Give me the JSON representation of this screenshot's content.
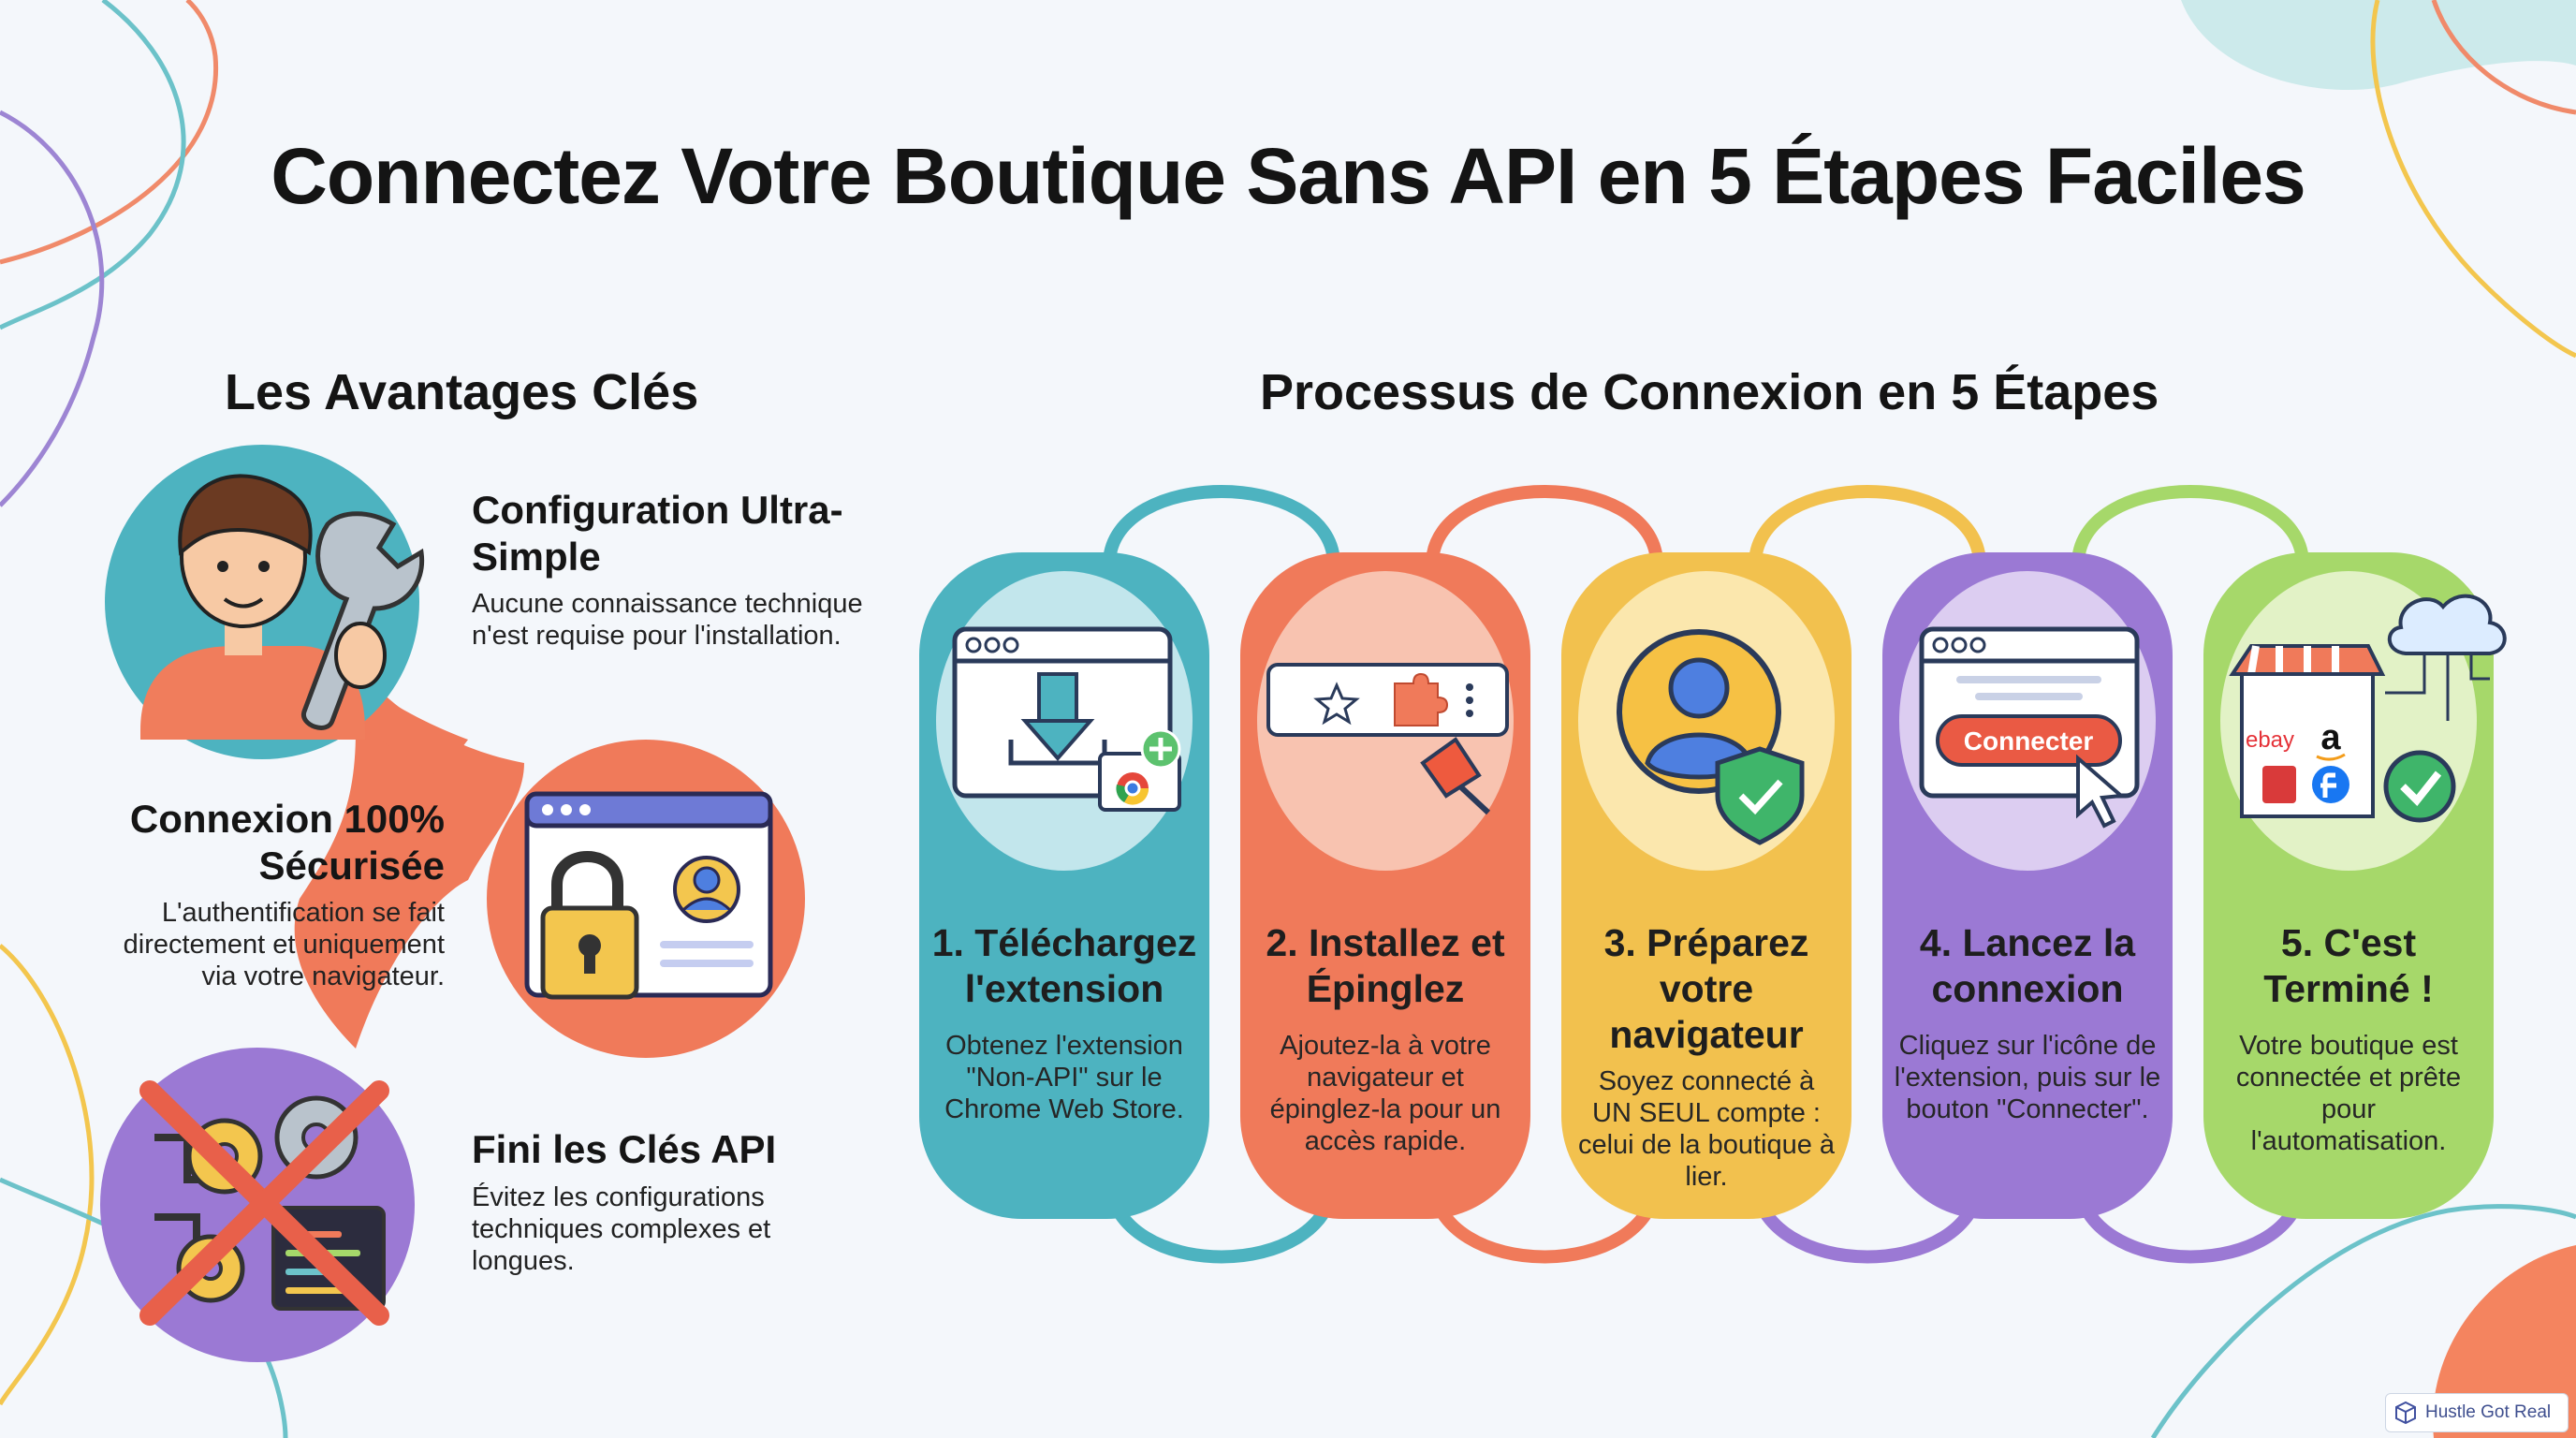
{
  "title": "Connectez Votre Boutique Sans API en 5 Étapes Faciles",
  "advantages": {
    "heading": "Les Avantages Clés",
    "items": [
      {
        "title": "Configuration Ultra-Simple",
        "description": "Aucune connaissance technique n'est requise pour l'installation."
      },
      {
        "title": "Connexion 100% Sécurisée",
        "description": "L'authentification se fait directement et uniquement via votre navigateur."
      },
      {
        "title": "Fini les Clés API",
        "description": "Évitez les configurations techniques complexes et longues."
      }
    ]
  },
  "process": {
    "heading": "Processus de Connexion en 5 Étapes",
    "steps": [
      {
        "title": "1. Téléchargez l'extension",
        "description": "Obtenez l'extension \"Non-API\" sur le Chrome Web Store.",
        "color": "#4db3c0"
      },
      {
        "title": "2. Installez et Épinglez",
        "description": "Ajoutez-la à votre navigateur et épinglez-la pour un accès rapide.",
        "color": "#f07a5a"
      },
      {
        "title": "3. Préparez votre navigateur",
        "description": "Soyez connecté à UN SEUL compte : celui de la boutique à lier.",
        "color": "#f2c14e"
      },
      {
        "title": "4. Lancez la connexion",
        "description": "Cliquez sur l'icône de l'extension, puis sur le bouton \"Connecter\".",
        "color": "#9b79d4"
      },
      {
        "title": "5. C'est Terminé !",
        "description": "Votre boutique est connectée et prête pour l'automatisation.",
        "color": "#a6d86a"
      }
    ],
    "connect_button_label": "Connecter",
    "logos": {
      "ebay": "ebay",
      "amazon": "a"
    }
  },
  "watermark": "Hustle Got Real",
  "colors": {
    "background": "#f4f7fb",
    "teal": "#4db3c0",
    "coral": "#f07a5a",
    "yellow": "#f2c14e",
    "purple": "#9b79d4",
    "green": "#a6d86a"
  }
}
